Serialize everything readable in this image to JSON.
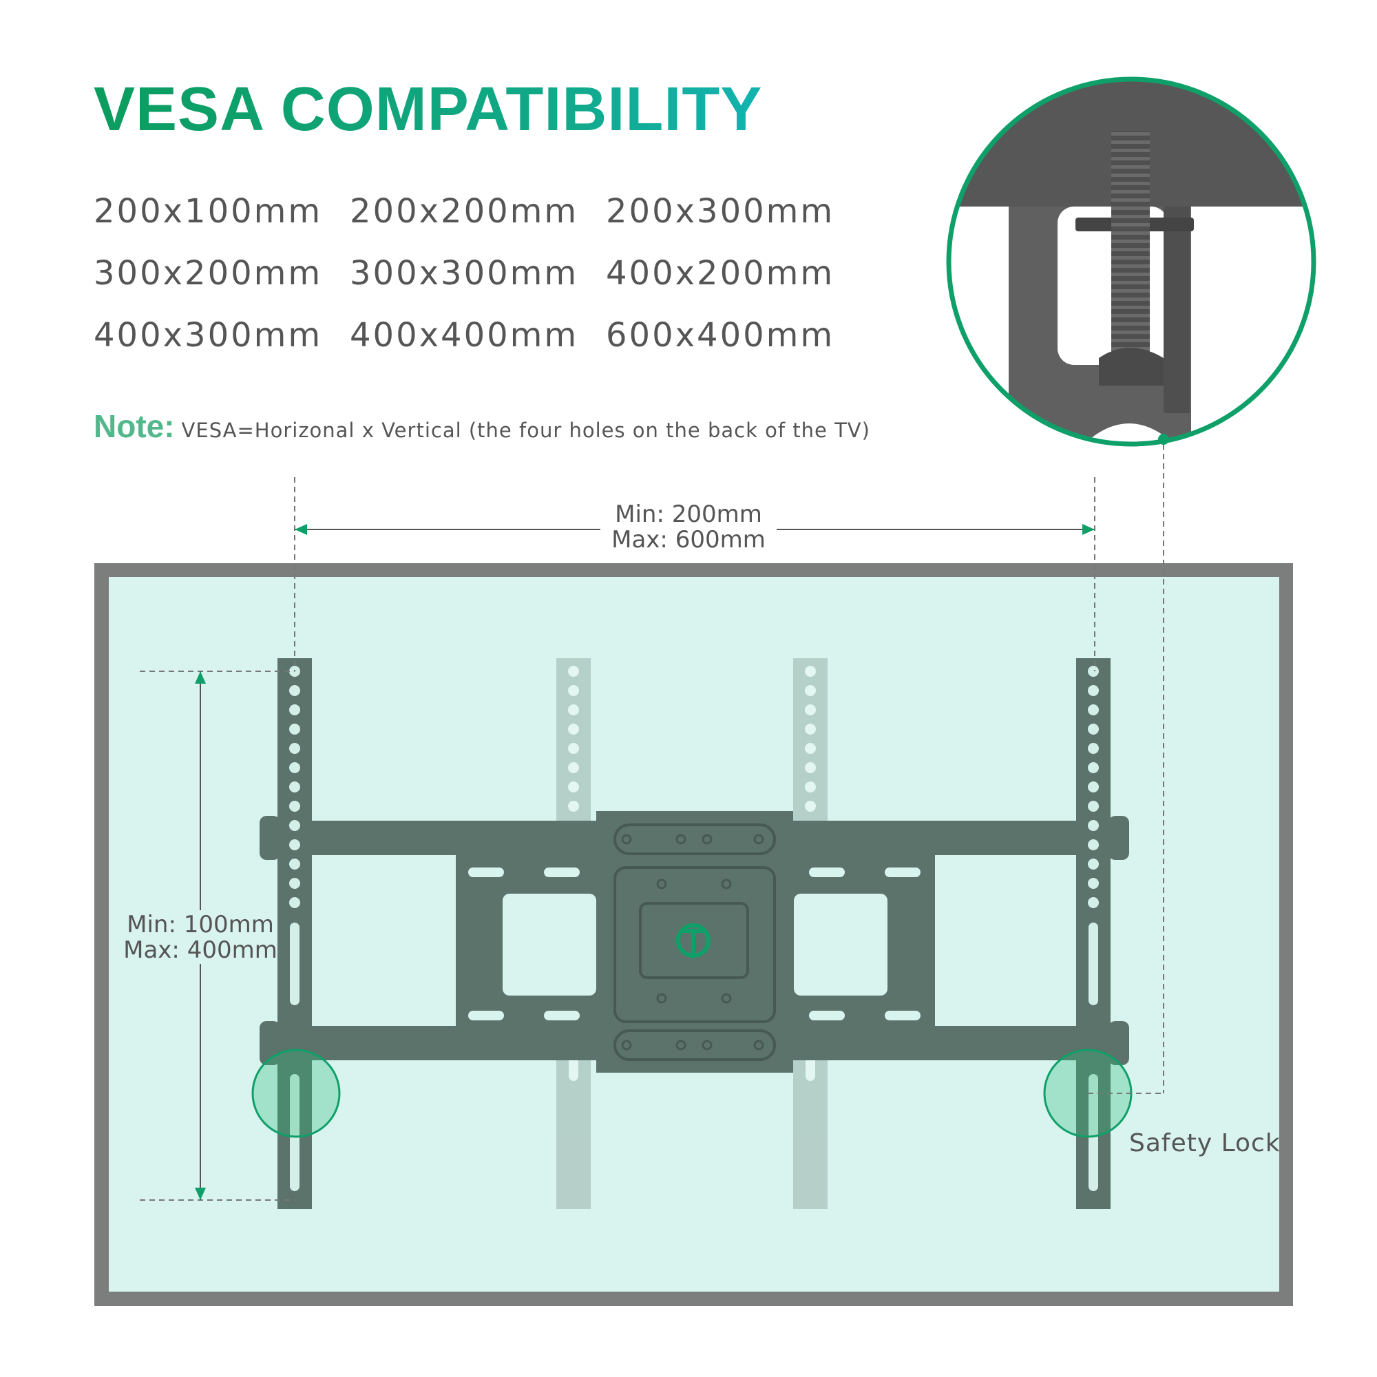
{
  "title": "VESA COMPATIBILITY",
  "vesa_sizes": [
    "200x100mm",
    "200x200mm",
    "200x300mm",
    "300x200mm",
    "300x300mm",
    "400x200mm",
    "400x300mm",
    "400x400mm",
    "600x400mm"
  ],
  "note": {
    "label": "Note:",
    "text": "VESA=Horizonal x Vertical (the four holes on the back of the TV)"
  },
  "horizontal_dimension": {
    "min": "Min: 200mm",
    "max": "Max: 600mm"
  },
  "vertical_dimension": {
    "min": "Min: 100mm",
    "max": "Max: 400mm"
  },
  "callout_label": "Safety Lock",
  "colors": {
    "accent_green": "#0fa06a",
    "tv_frame": "#7b7e7c",
    "tv_screen": "#d9f3ee",
    "bracket": "#5c736b",
    "note_green": "#52b88b"
  }
}
